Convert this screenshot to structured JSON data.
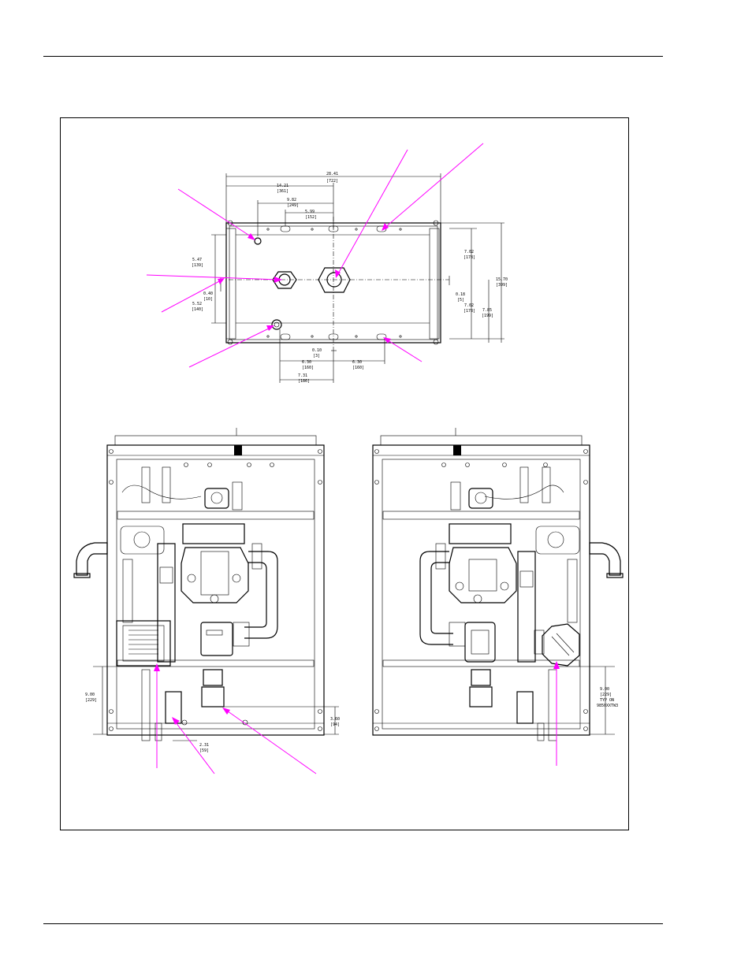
{
  "page": {
    "has_header_rule": true,
    "has_footer_rule": true
  },
  "colors": {
    "callout": "#ff00ff",
    "line": "#000000"
  },
  "top_view": {
    "dimensions": {
      "overall_width": "28.41",
      "overall_width_mm": "[722]",
      "dim_14_21": "14.21",
      "dim_14_21_mm": "[361]",
      "dim_9_82": "9.82",
      "dim_9_82_mm": "[249]",
      "dim_5_99": "5.99",
      "dim_5_99_mm": "[152]",
      "dim_5_47": "5.47",
      "dim_5_47_mm": "[139]",
      "dim_0_40": "0.40",
      "dim_0_40_mm": "[10]",
      "dim_5_52": "5.52",
      "dim_5_52_mm": "[140]",
      "dim_7_02a": "7.02",
      "dim_7_02a_mm": "[178]",
      "dim_0_18": "0.18",
      "dim_0_18_mm": "[5]",
      "dim_7_02b": "7.02",
      "dim_7_02b_mm": "[178]",
      "dim_15_70": "15.70",
      "dim_15_70_mm": "[399]",
      "dim_7_85": "7.85",
      "dim_7_85_mm": "[199]",
      "dim_0_10": "0.10",
      "dim_0_10_mm": "[3]",
      "dim_6_30a": "6.30",
      "dim_6_30a_mm": "[160]",
      "dim_6_30b": "6.30",
      "dim_6_30b_mm": "[160]",
      "dim_7_31": "7.31",
      "dim_7_31_mm": "[186]"
    }
  },
  "front_view_left": {
    "dimensions": {
      "dim_9_00": "9.00",
      "dim_9_00_mm": "[229]",
      "dim_3_60": "3.60",
      "dim_3_60_mm": "[94]",
      "dim_2_31": "2.31",
      "dim_2_31_mm": "[59]"
    }
  },
  "front_view_right": {
    "dimensions": {
      "dim_9_00": "9.00",
      "dim_9_00_mm": "[229]",
      "typ_on": "TYP ON",
      "model": "9850XXTW3"
    }
  }
}
